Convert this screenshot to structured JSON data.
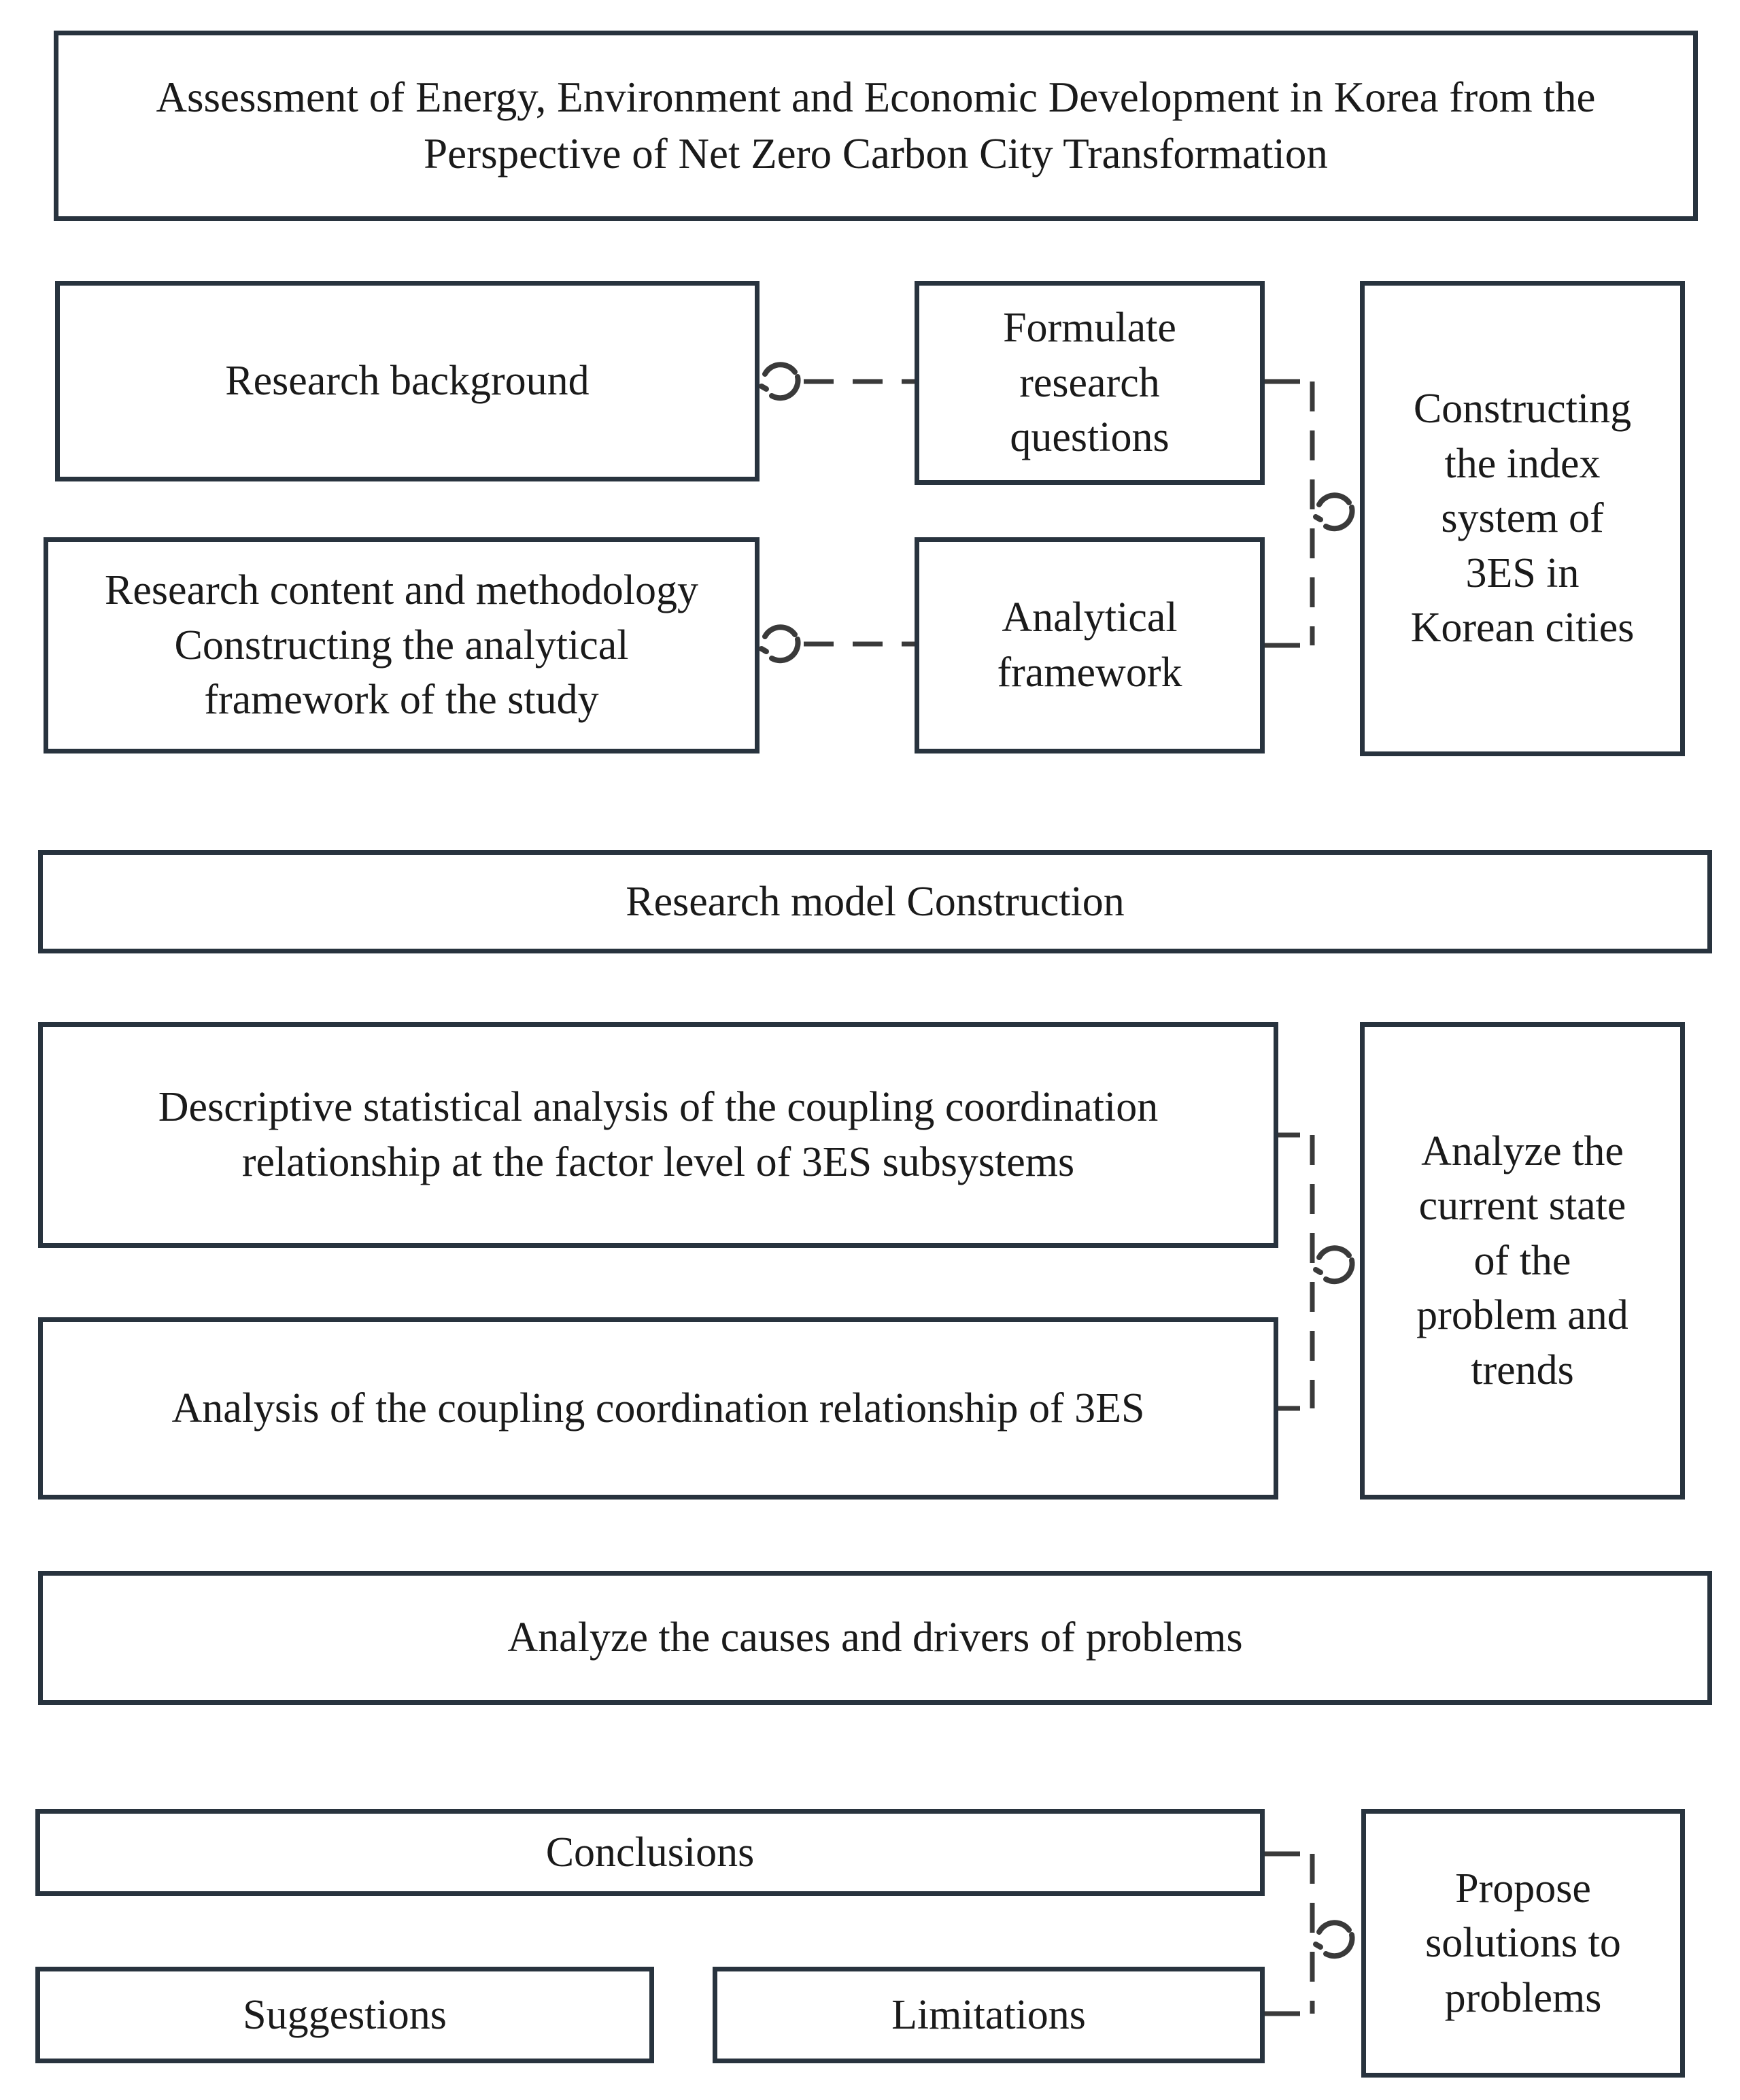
{
  "nodes": {
    "title": {
      "text": "Assessment of Energy, Environment and Economic Development in Korea from the\nPerspective of Net Zero Carbon City Transformation"
    },
    "research_background": {
      "text": "Research background"
    },
    "formulate_questions": {
      "text": "Formulate\nresearch\nquestions"
    },
    "constructing_index": {
      "text": "Constructing\nthe index\nsystem of\n3ES in\nKorean cities"
    },
    "research_content": {
      "text": "Research content and methodology\nConstructing the analytical\nframework of the study"
    },
    "analytical_framework": {
      "text": "Analytical\nframework"
    },
    "research_model": {
      "text": "Research model Construction"
    },
    "descriptive_analysis": {
      "text": "Descriptive statistical analysis of the coupling coordination\nrelationship at the factor level of 3ES subsystems"
    },
    "analyze_current_state": {
      "text": "Analyze the\ncurrent state\nof the\nproblem and\ntrends"
    },
    "coupling_analysis": {
      "text": "Analysis of the coupling coordination relationship of 3ES"
    },
    "analyze_causes": {
      "text": "Analyze the causes and drivers of problems"
    },
    "conclusions": {
      "text": "Conclusions"
    },
    "suggestions": {
      "text": "Suggestions"
    },
    "limitations": {
      "text": "Limitations"
    },
    "propose_solutions": {
      "text": "Propose\nsolutions to\nproblems"
    }
  },
  "colors": {
    "background": "#ffffff",
    "box_border": "#28333e",
    "connector": "#3a3a3a",
    "text": "#1a1a1a"
  }
}
